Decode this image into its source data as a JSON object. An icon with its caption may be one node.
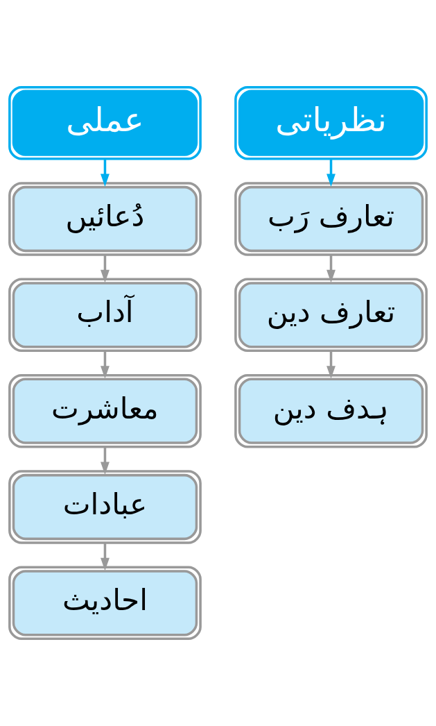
{
  "diagram": {
    "nodes": [
      {
        "text": [
          "نظریاتی"
        ]
      },
      {
        "text": [
          "تعارف رَب"
        ]
      },
      {
        "text": [
          "تعارف دین"
        ]
      },
      {
        "text": [
          "ہدف دین"
        ]
      },
      {
        "text": [
          "عملی"
        ]
      },
      {
        "text": [
          "دُعائیں"
        ]
      },
      {
        "text": [
          "آداب"
        ]
      },
      {
        "text": [
          "معاشرت"
        ]
      },
      {
        "text": [
          "عبادات"
        ]
      },
      {
        "text": [
          "احادیث"
        ]
      }
    ],
    "edges": [
      {
        "from": 0,
        "to": 1,
        "arrow": "to",
        "color": "#00aeef"
      },
      {
        "from": 1,
        "to": 2,
        "arrow": "to"
      },
      {
        "from": 2,
        "to": 3,
        "arrow": "to"
      },
      {
        "from": 4,
        "to": 5,
        "arrow": "to",
        "color": "#00aeef"
      },
      {
        "from": 5,
        "to": 6,
        "arrow": "to"
      },
      {
        "from": 6,
        "to": 7,
        "arrow": "to"
      },
      {
        "from": 7,
        "to": 8,
        "arrow": "to"
      },
      {
        "from": 8,
        "to": 9,
        "arrow": "to"
      }
    ]
  }
}
